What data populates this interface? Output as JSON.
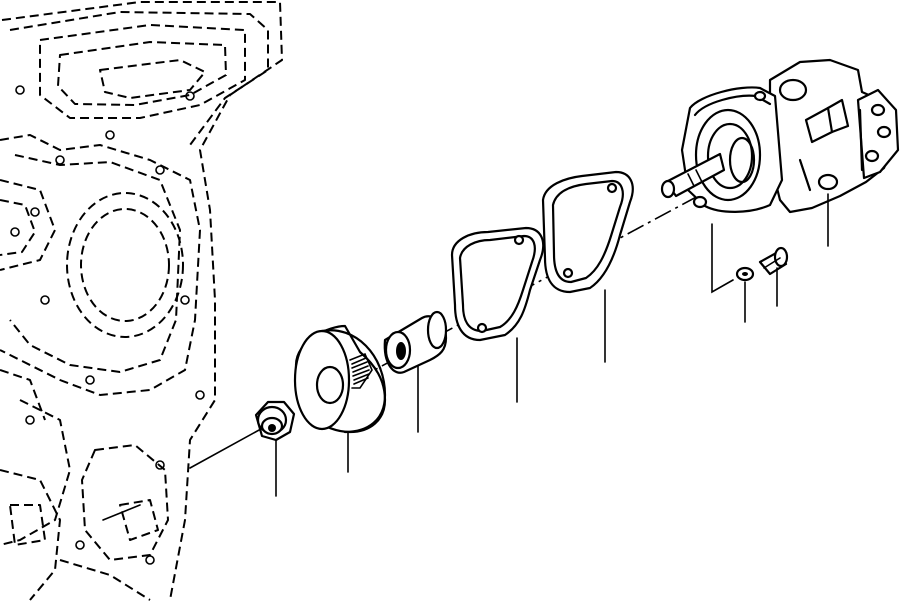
{
  "diagram": {
    "parts": [
      {
        "id": "engine-block",
        "kind": "housing",
        "leader": false
      },
      {
        "id": "nut",
        "kind": "hex-nut",
        "leader": true
      },
      {
        "id": "drive-gear",
        "kind": "gear",
        "leader": true
      },
      {
        "id": "sleeve",
        "kind": "bushing",
        "leader": true
      },
      {
        "id": "gasket",
        "kind": "gasket",
        "leader": true
      },
      {
        "id": "adapter-plate",
        "kind": "plate",
        "leader": true
      },
      {
        "id": "lock-washer",
        "kind": "washer",
        "leader": true
      },
      {
        "id": "cap-screw",
        "kind": "bolt",
        "leader": true
      },
      {
        "id": "hydraulic-pump",
        "kind": "pump",
        "leader": true
      }
    ]
  }
}
